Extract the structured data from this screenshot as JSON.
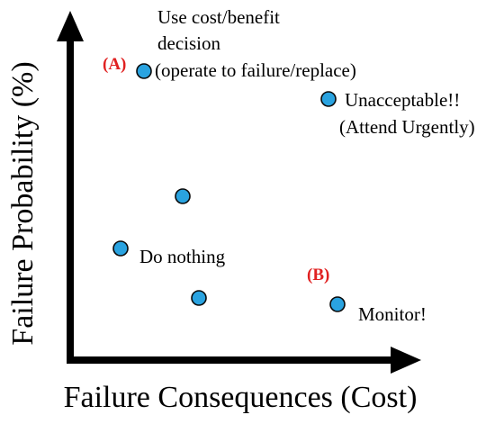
{
  "axes": {
    "x_title": "Failure Consequences (Cost)",
    "y_title": "Failure Probability (%)"
  },
  "colors": {
    "axis": "#000000",
    "point_fill": "#2aa3e0",
    "point_stroke": "#0a0a0a",
    "marker": "#e02020"
  },
  "markers": {
    "a": "(A)",
    "b": "(B)"
  },
  "annotations": {
    "cost_benefit": {
      "line1": "Use cost/benefit",
      "line2": "decision",
      "line3": "(operate to failure/replace)"
    },
    "unacceptable": {
      "line1": "Unacceptable!!",
      "line2": "(Attend Urgently)"
    },
    "do_nothing": "Do nothing",
    "monitor": "Monitor!"
  },
  "points": [
    {
      "id": "point-a",
      "note": "cost_benefit"
    },
    {
      "id": "point-unacceptable",
      "note": "unacceptable"
    },
    {
      "id": "point-middle",
      "note": ""
    },
    {
      "id": "point-do-nothing",
      "note": "do_nothing"
    },
    {
      "id": "point-low",
      "note": ""
    },
    {
      "id": "point-b",
      "note": "monitor"
    }
  ]
}
